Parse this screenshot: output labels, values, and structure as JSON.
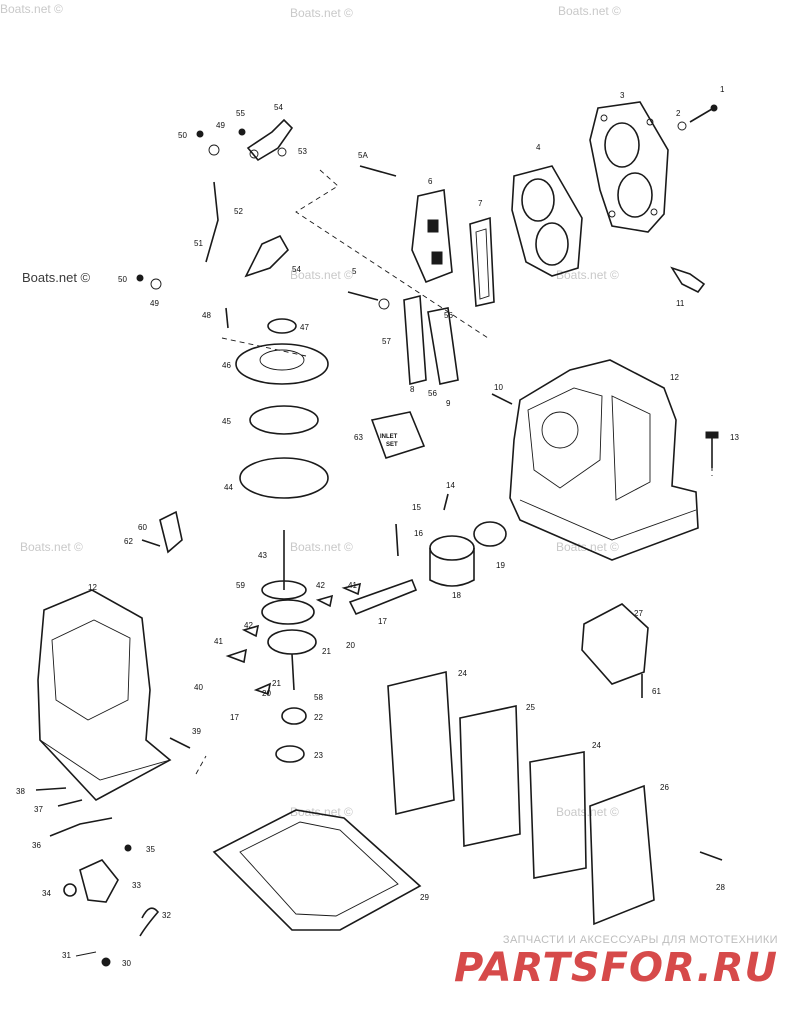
{
  "watermarks": [
    "Boats.net ©",
    "Boats.net ©",
    "Boats.net ©",
    "Boats.net ©",
    "Boats.net ©",
    "Boats.net ©",
    "Boats.net ©",
    "Boats.net ©",
    "Boats.net ©",
    "Boats.net ©",
    "Boats.net ©"
  ],
  "footer": {
    "tagline": "ЗАПЧАСТИ И АКСЕССУАРЫ ДЛЯ МОТОТЕХНИКИ",
    "logo": "PARTSFOR.RU"
  },
  "inset_label": [
    "INLET",
    "SET"
  ],
  "callouts": {
    "c1": "1",
    "c2": "2",
    "c3": "3",
    "c4": "4",
    "c5": "5",
    "c5a": "5A",
    "c6": "6",
    "c7": "7",
    "c8": "8",
    "c9": "9",
    "c10": "10",
    "c11": "11",
    "c12a": "12",
    "c12b": "12",
    "c13": "13",
    "c14": "14",
    "c15": "15",
    "c16": "16",
    "c17a": "17",
    "c17b": "17",
    "c18": "18",
    "c19": "19",
    "c20a": "20",
    "c20b": "20",
    "c21a": "21",
    "c21b": "21",
    "c22": "22",
    "c23": "23",
    "c24a": "24",
    "c24b": "24",
    "c25": "25",
    "c26": "26",
    "c27": "27",
    "c28": "28",
    "c29": "29",
    "c30": "30",
    "c31": "31",
    "c32": "32",
    "c33": "33",
    "c34": "34",
    "c35": "35",
    "c36": "36",
    "c37": "37",
    "c38": "38",
    "c39": "39",
    "c40": "40",
    "c41a": "41",
    "c41b": "41",
    "c42a": "42",
    "c42b": "42",
    "c43": "43",
    "c44": "44",
    "c45": "45",
    "c46": "46",
    "c47": "47",
    "c48": "48",
    "c49a": "49",
    "c49b": "49",
    "c50a": "50",
    "c50b": "50",
    "c51": "51",
    "c52": "52",
    "c53": "53",
    "c54a": "54",
    "c54b": "54",
    "c55": "55",
    "c56a": "56",
    "c56b": "56",
    "c57": "57",
    "c58": "58",
    "c59": "59",
    "c60": "60",
    "c61": "61",
    "c62": "62",
    "c63": "63"
  }
}
